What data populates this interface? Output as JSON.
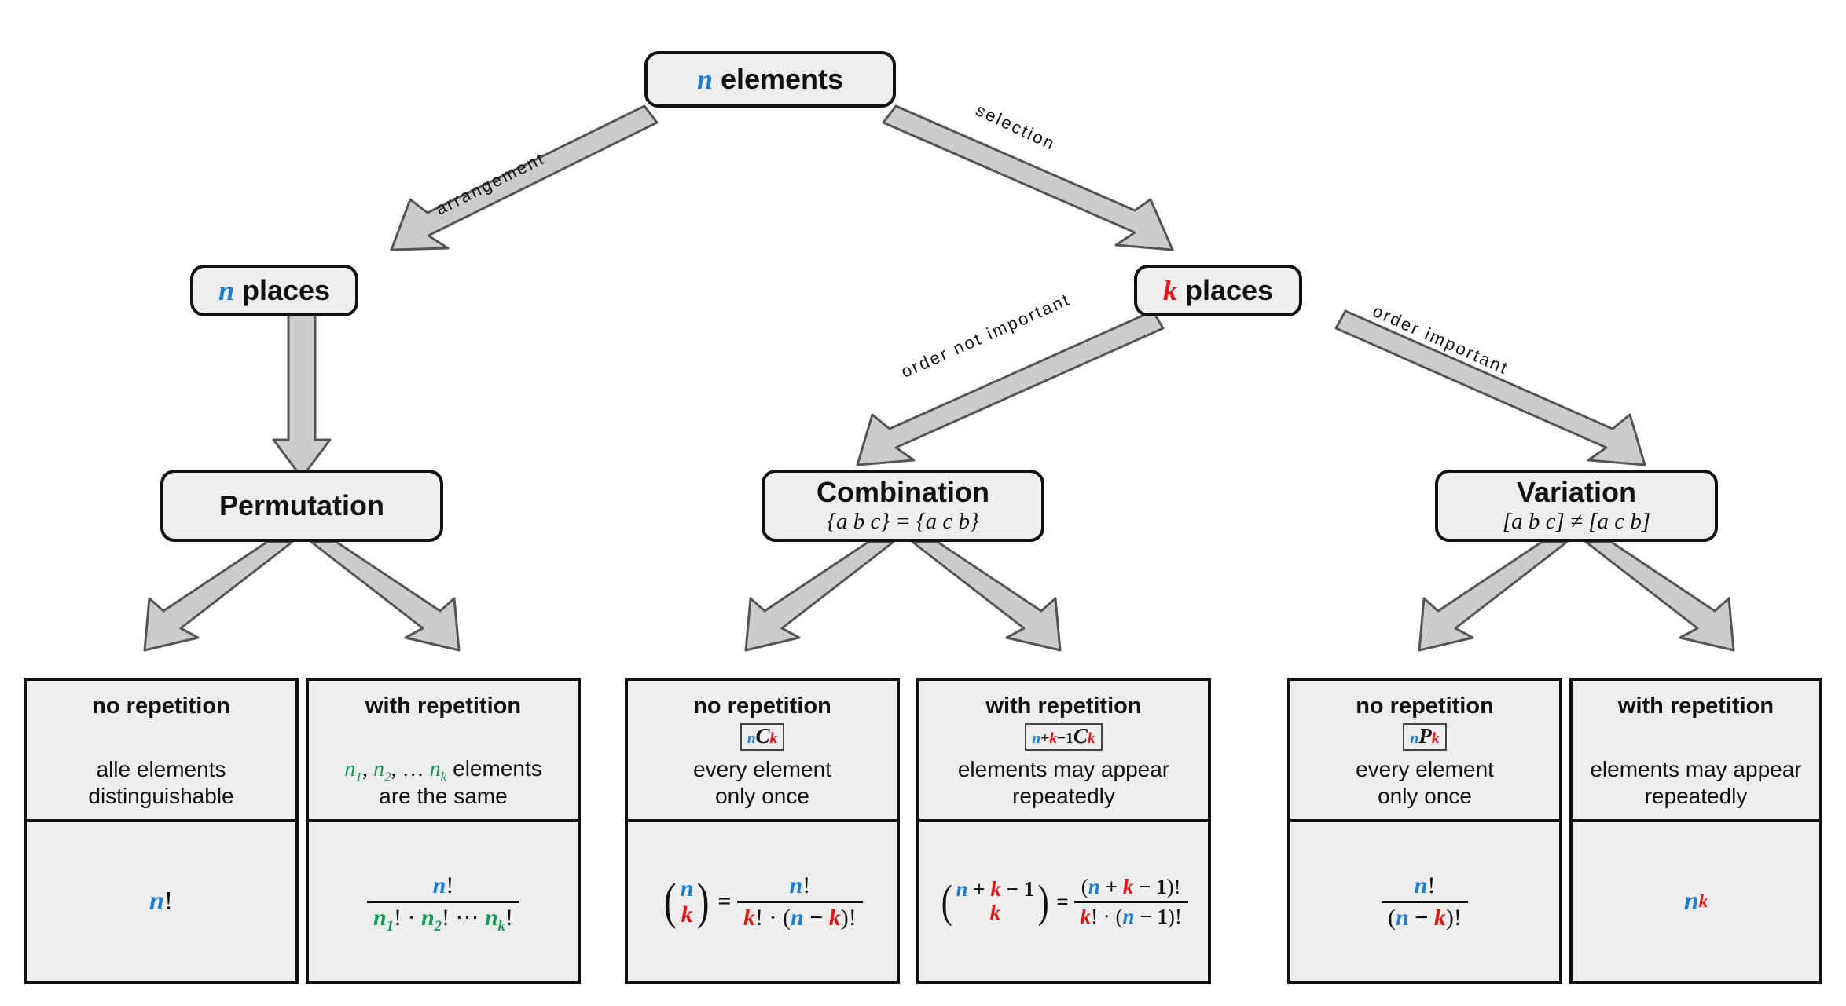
{
  "diagram": {
    "title": "Combinatorics decision tree",
    "colors": {
      "n_blue": "#1a7fd4",
      "k_red": "#ee1111",
      "group_green": "#0f9d4f",
      "node_fill": "#eeeeee",
      "node_stroke": "#111111",
      "arrow_fill": "#cccccc",
      "arrow_stroke": "#555555",
      "background": "#ffffff"
    }
  },
  "nodes": {
    "root": {
      "label_var": "n",
      "label_text": " elements"
    },
    "n_places": {
      "label_var": "n",
      "label_text": " places"
    },
    "k_places": {
      "label_var": "k",
      "label_text": " places"
    },
    "permutation": {
      "title": "Permutation",
      "subtitle": ""
    },
    "combination": {
      "title": "Combination",
      "subtitle": "{a b c} = {a c b}"
    },
    "variation": {
      "title": "Variation",
      "subtitle": "[a b c] ≠ [a c b]"
    }
  },
  "edges": [
    {
      "id": "arrangement",
      "label": "arrangement"
    },
    {
      "id": "selection",
      "label": "selection"
    },
    {
      "id": "order-not-important",
      "label": "order not important"
    },
    {
      "id": "order-important",
      "label": "order important"
    }
  ],
  "cards": [
    {
      "id": "permutation-no-repetition",
      "heading": "no repetition",
      "badge": "",
      "description": "alle elements\ndistinguishable",
      "formula_text": "n!"
    },
    {
      "id": "permutation-with-repetition",
      "heading": "with repetition",
      "badge": "",
      "description": "n1, n2, ... nk elements\nare the same",
      "formula_text": "n! / (n1! · n2! ··· nk!)"
    },
    {
      "id": "combination-no-repetition",
      "heading": "no repetition",
      "badge": "nCk",
      "description": "every element\nonly once",
      "formula_text": "(n over k) = n! / (k! · (n − k)!)"
    },
    {
      "id": "combination-with-repetition",
      "heading": "with repetition",
      "badge": "n+k-1Ck",
      "description": "elements may appear\nrepeatedly",
      "formula_text": "(n + k − 1 over k) = (n + k − 1)! / (k! · (n − 1)!)"
    },
    {
      "id": "variation-no-repetition",
      "heading": "no repetition",
      "badge": "nPk",
      "description": "every element\nonly once",
      "formula_text": "n! / (n − k)!"
    },
    {
      "id": "variation-with-repetition",
      "heading": "with repetition",
      "badge": "",
      "description": "elements may appear\nrepeatedly",
      "formula_text": "n^k"
    }
  ]
}
